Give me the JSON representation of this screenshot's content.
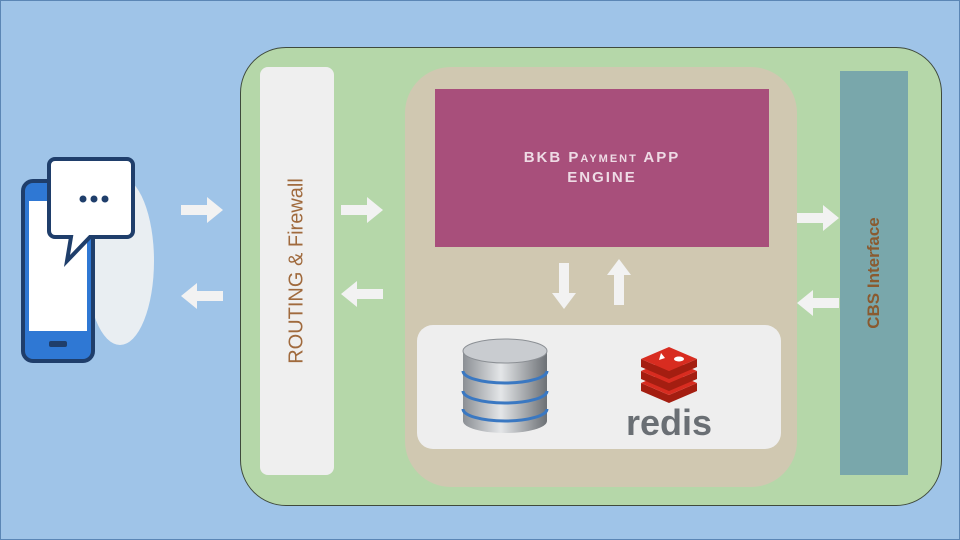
{
  "routing": {
    "label": "ROUTING & Firewall"
  },
  "engine": {
    "line1": "BKB Payment APP",
    "line2": "ENGINE"
  },
  "datastore": {
    "redis_label": "redis"
  },
  "cbs": {
    "label": "CBS Interface"
  },
  "colors": {
    "background": "#9fc4e8",
    "container": "#b5d7a9",
    "engine": "#a84f7b",
    "engine_panel": "#d0c8b1",
    "cbs": "#79a7ab",
    "redis": "#d82c20"
  },
  "icons": [
    "mobile-chat-icon",
    "database-icon",
    "redis-logo",
    "arrow-right-icon",
    "arrow-left-icon",
    "arrow-up-icon",
    "arrow-down-icon"
  ]
}
